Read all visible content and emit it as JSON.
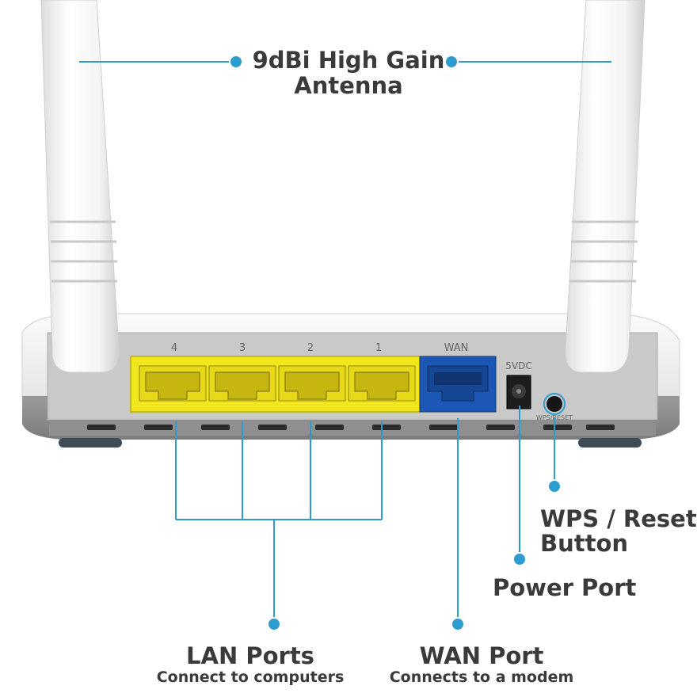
{
  "callouts": {
    "antenna": {
      "line1": "9dBi High Gain",
      "line2": "Antenna"
    },
    "lan": {
      "title": "LAN Ports",
      "subtitle": "Connect to computers"
    },
    "wan": {
      "title": "WAN Port",
      "subtitle": "Connects to a modem"
    },
    "power": {
      "title": "Power Port"
    },
    "wps": {
      "line1": "WPS / Reset",
      "line2": "Button"
    }
  },
  "device": {
    "lan_port_numbers": [
      "4",
      "3",
      "2",
      "1"
    ],
    "wan_port_label": "WAN",
    "power_label": "5VDC",
    "wps_label": "WPS/RESET"
  },
  "colors": {
    "callout_line": "#2e9ccf",
    "label_text": "#3a3a3a",
    "lan_port": "#f2e61c",
    "wan_port": "#1d57b5",
    "router_body": "#f2f2f2",
    "router_base": "#8c8c8c"
  }
}
